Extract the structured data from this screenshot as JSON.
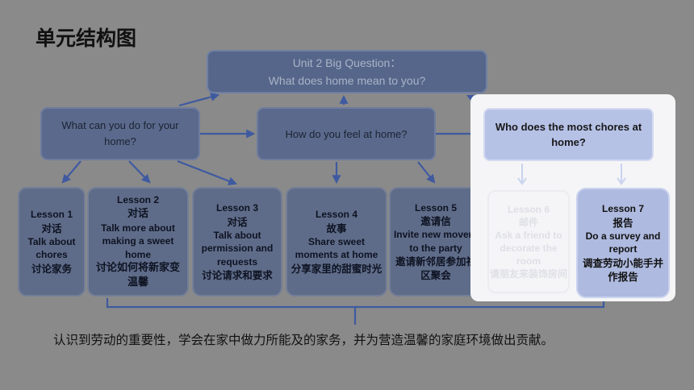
{
  "title": "单元结构图",
  "big_question": {
    "line1": "Unit 2 Big Question：",
    "line2": "What does home mean to you?"
  },
  "questions": {
    "q1": "What can you do for your home?",
    "q2": "How do you feel at home?",
    "q3": "Who does the most chores at home?"
  },
  "lessons": [
    {
      "name": "Lesson 1",
      "type": "对话",
      "en": "Talk about chores",
      "cn": "讨论家务"
    },
    {
      "name": "Lesson 2",
      "type": "对话",
      "en": "Talk more about making a sweet home",
      "cn": "讨论如何将新家变温馨"
    },
    {
      "name": "Lesson 3",
      "type": "对话",
      "en": "Talk about permission and requests",
      "cn": "讨论请求和要求"
    },
    {
      "name": "Lesson 4",
      "type": "故事",
      "en": "Share sweet moments at home",
      "cn": "分享家里的甜蜜时光"
    },
    {
      "name": "Lesson 5",
      "type": "邀请信",
      "en": "Invite new movers to the party",
      "cn": "邀请新邻居参加社区聚会"
    },
    {
      "name": "Lesson 6",
      "type": "邮件",
      "en": "Ask a friend to decorate the room",
      "cn": "请朋友来装饰房间"
    },
    {
      "name": "Lesson 7",
      "type": "报告",
      "en": "Do a survey and report",
      "cn": "调查劳动小能手并作报告"
    }
  ],
  "summary": "认识到劳动的重要性，学会在家中做力所能及的家务，并为营造温馨的家庭环境做出贡献。",
  "colors": {
    "background": "#8a8a8a",
    "box": "#5b6a8c",
    "highlight_panel": "#f5f5f7",
    "highlight_box": "#b6c1e6",
    "arrow": "#3f5aa0"
  }
}
